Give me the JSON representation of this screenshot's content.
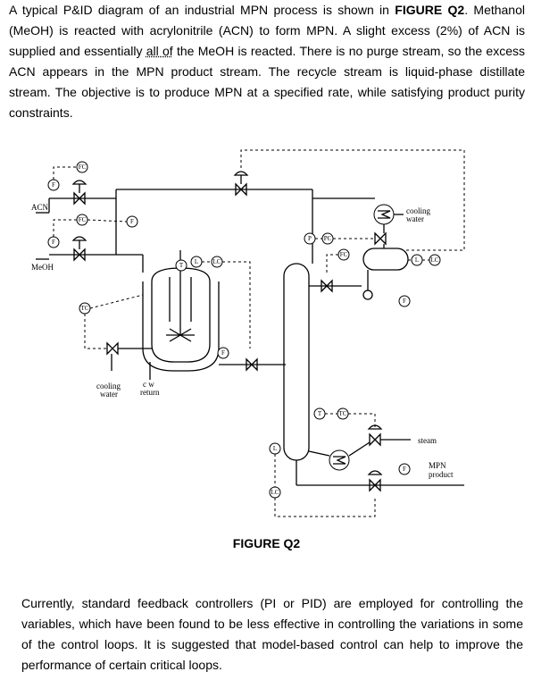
{
  "intro": {
    "part1": "A typical P&ID diagram of an industrial MPN process is shown in ",
    "figref": "FIGURE Q2",
    "part2": ". Methanol (MeOH) is reacted with acrylonitrile (ACN) to form MPN. A slight excess (2%) of ACN is supplied and essentially ",
    "underlined": "all of",
    "part3": " the MeOH is reacted. There is no purge stream, so the excess ACN appears in the MPN product stream. The recycle stream is liquid-phase distillate stream. The objective is to produce MPN at a specified rate, while satisfying product purity constraints."
  },
  "figure": {
    "caption": "FIGURE Q2",
    "labels": {
      "acn": "ACN",
      "meoh": "MeOH",
      "cooling_water_condenser_1": "cooling",
      "cooling_water_condenser_2": "water",
      "cooling_water_reactor_1": "cooling",
      "cooling_water_reactor_2": "water",
      "cw_return_1": "c w",
      "cw_return_2": "return",
      "steam": "steam",
      "mpn_product_1": "MPN",
      "mpn_product_2": "product"
    },
    "instruments": {
      "fc": "FC",
      "f": "F",
      "tc": "TC",
      "t": "T",
      "lc": "LC",
      "l": "L",
      "p": "P",
      "pc": "PC"
    }
  },
  "closing": "Currently, standard feedback controllers (PI or PID) are employed for controlling the variables, which have been found to be less effective in controlling the variations in some of the control loops. It is suggested that model-based control can help to improve the performance of certain critical loops."
}
